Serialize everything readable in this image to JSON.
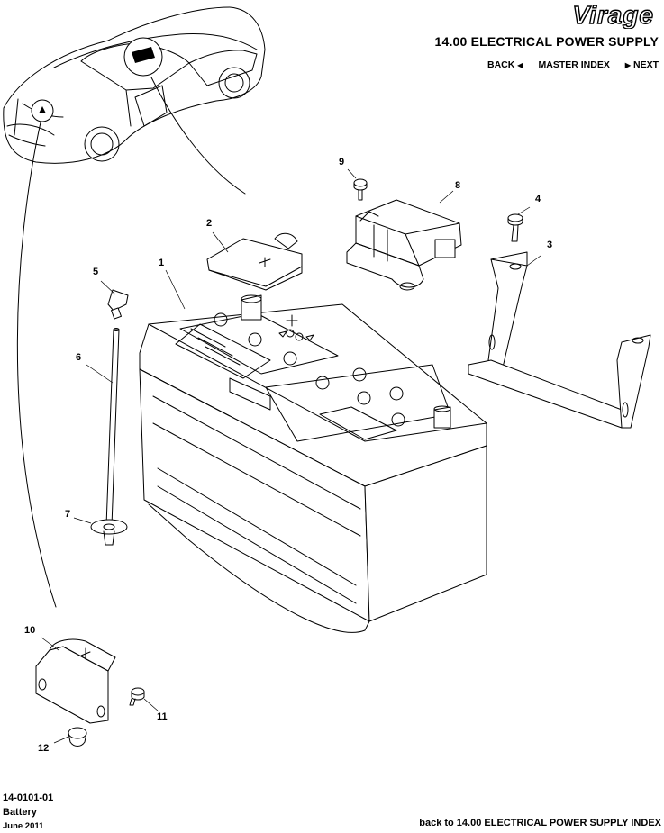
{
  "header": {
    "brand": "Virage",
    "section_title": "14.00 ELECTRICAL POWER SUPPLY",
    "nav": {
      "back": "BACK",
      "master_index": "MASTER INDEX",
      "next": "NEXT"
    }
  },
  "callouts": [
    "1",
    "2",
    "3",
    "4",
    "5",
    "6",
    "7",
    "8",
    "9",
    "10",
    "11",
    "12"
  ],
  "footer": {
    "code": "14-0101-01",
    "name": "Battery",
    "date": "June 2011",
    "back_link": "back to 14.00 ELECTRICAL POWER SUPPLY INDEX"
  }
}
